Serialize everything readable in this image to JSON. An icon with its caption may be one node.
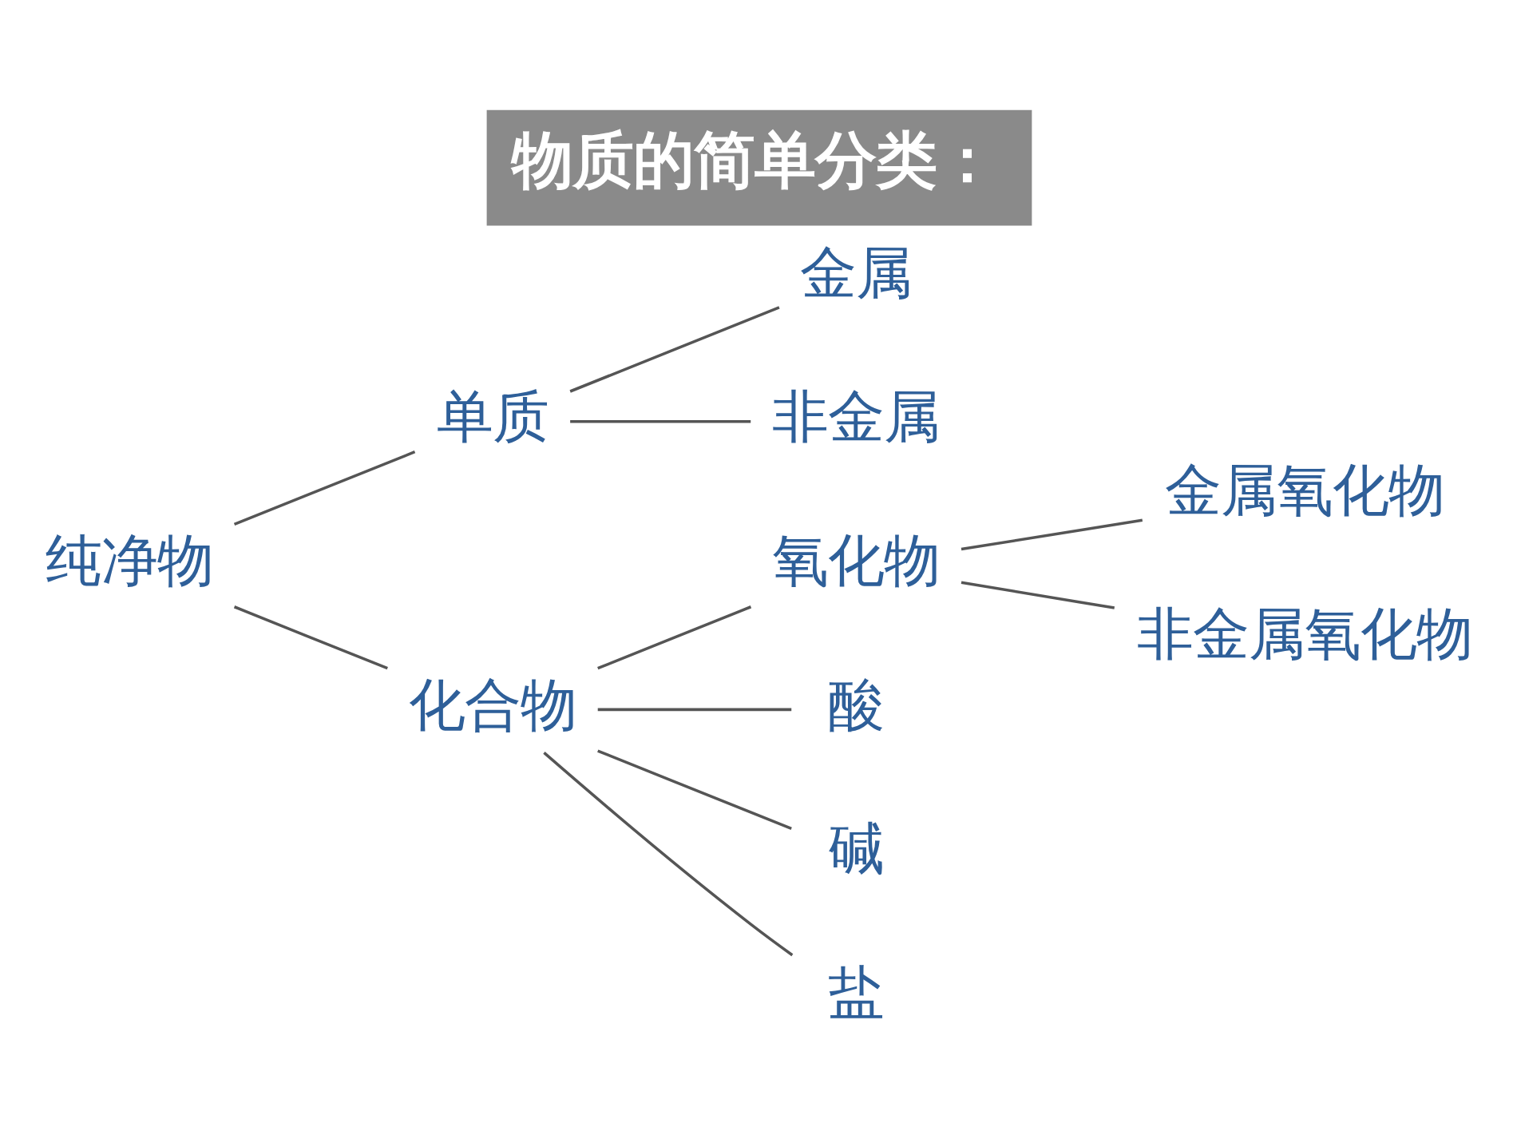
{
  "diagram": {
    "title": "物质的简单分类：",
    "nodes": [
      {
        "text": [
          "纯净物"
        ]
      },
      {
        "text": [
          "单质"
        ]
      },
      {
        "text": [
          "化合物"
        ]
      },
      {
        "text": [
          "金属"
        ]
      },
      {
        "text": [
          "非金属"
        ]
      },
      {
        "text": [
          "氧化物"
        ]
      },
      {
        "text": [
          "酸"
        ]
      },
      {
        "text": [
          "碱"
        ]
      },
      {
        "text": [
          "盐"
        ]
      },
      {
        "text": [
          "金属氧化物"
        ]
      },
      {
        "text": [
          "非金属氧化物"
        ]
      }
    ],
    "edges": [
      {
        "from": 0,
        "to": 1,
        "arrow": "none"
      },
      {
        "from": 0,
        "to": 2,
        "arrow": "none"
      },
      {
        "from": 1,
        "to": 3,
        "arrow": "none"
      },
      {
        "from": 1,
        "to": 4,
        "arrow": "none"
      },
      {
        "from": 2,
        "to": 5,
        "arrow": "none"
      },
      {
        "from": 2,
        "to": 6,
        "arrow": "none"
      },
      {
        "from": 2,
        "to": 7,
        "arrow": "none"
      },
      {
        "from": 2,
        "to": 8,
        "arrow": "none"
      },
      {
        "from": 5,
        "to": 9,
        "arrow": "none"
      },
      {
        "from": 5,
        "to": 10,
        "arrow": "none"
      }
    ]
  }
}
